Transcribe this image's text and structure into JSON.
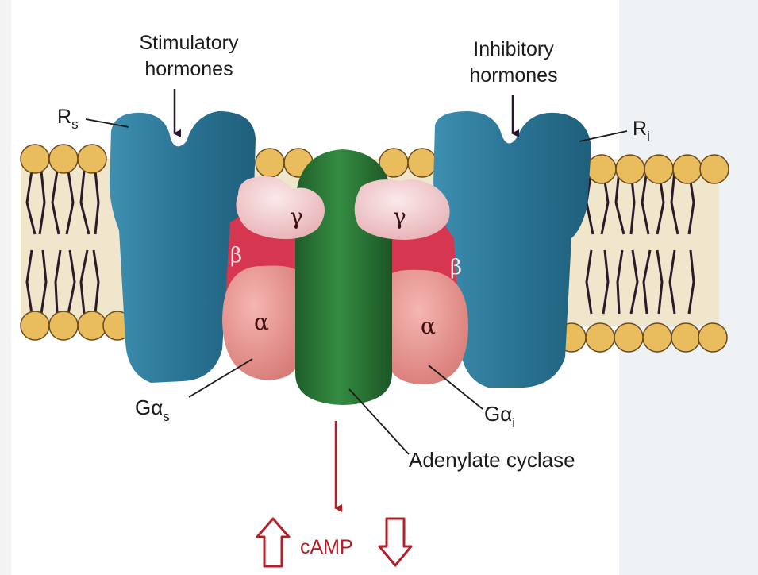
{
  "labels": {
    "stimulatory_line1": "Stimulatory",
    "stimulatory_line2": "hormones",
    "inhibitory_line1": "Inhibitory",
    "inhibitory_line2": "hormones",
    "rs_main": "R",
    "rs_sub": "s",
    "ri_main": "R",
    "ri_sub": "i",
    "gas_main": "Gα",
    "gas_sub": "s",
    "gai_main": "Gα",
    "gai_sub": "i",
    "adenylate_cyclase": "Adenylate cyclase",
    "camp": "cAMP"
  },
  "subunits": {
    "gamma": "γ",
    "beta": "β",
    "alpha": "α"
  },
  "colors": {
    "receptor": "#2f7f9f",
    "adenylate_cyclase": "#2e7d3a",
    "alpha_subunit": "#e79490",
    "beta_subunit": "#d6364f",
    "gamma_subunit": "#f3c7cb",
    "lipid_head": "#e9bd5e",
    "membrane_core": "#efe6cc",
    "arrow": "#b3202a"
  }
}
